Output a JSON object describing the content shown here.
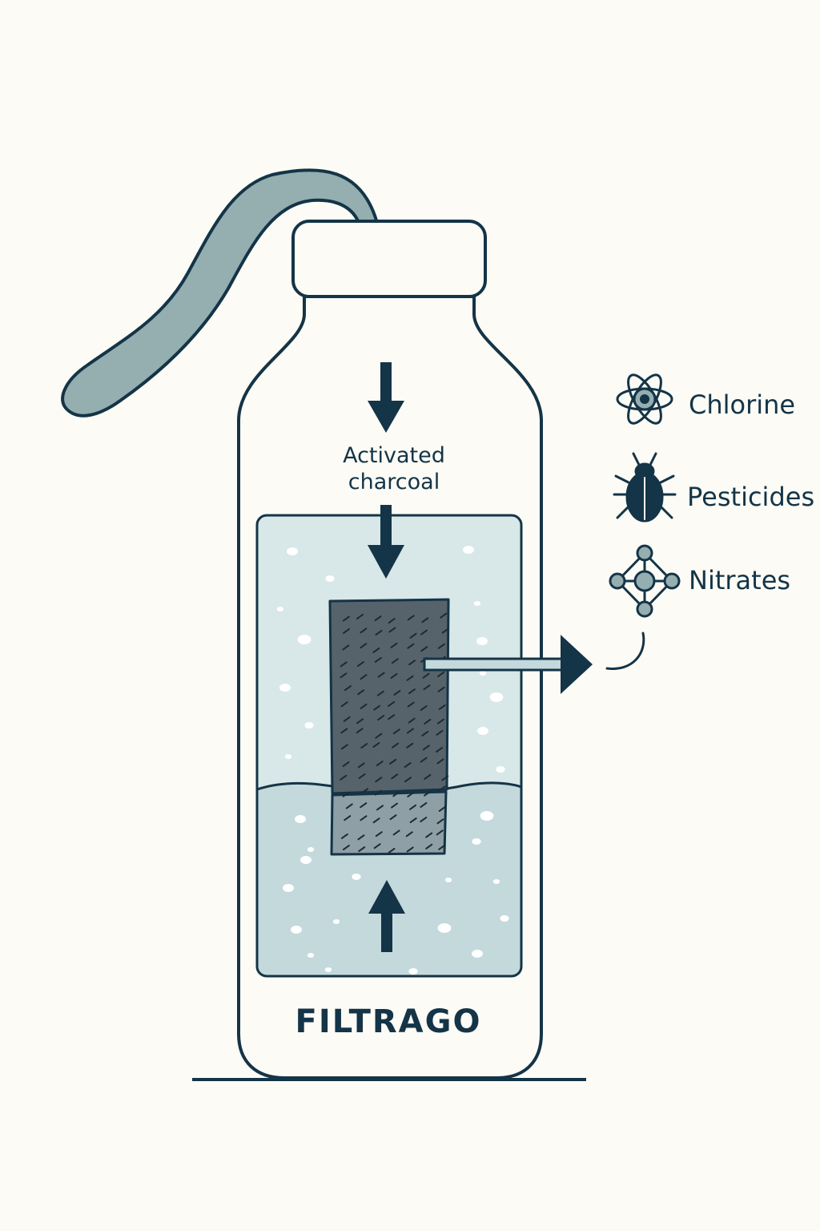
{
  "filter_label": "Activated\ncharcoal",
  "brand_name": "FILTRAGO",
  "contaminants": [
    {
      "label": "Chlorine",
      "icon": "atom-icon"
    },
    {
      "label": "Pesticides",
      "icon": "beetle-icon"
    },
    {
      "label": "Nitrates",
      "icon": "molecule-icon"
    }
  ],
  "colors": {
    "outline": "#143447",
    "water_light": "#d8e7e8",
    "water_dark": "#c3d9dc",
    "charcoal": "#56636b",
    "strap": "#95aeb0",
    "background": "#fcfbf5"
  }
}
